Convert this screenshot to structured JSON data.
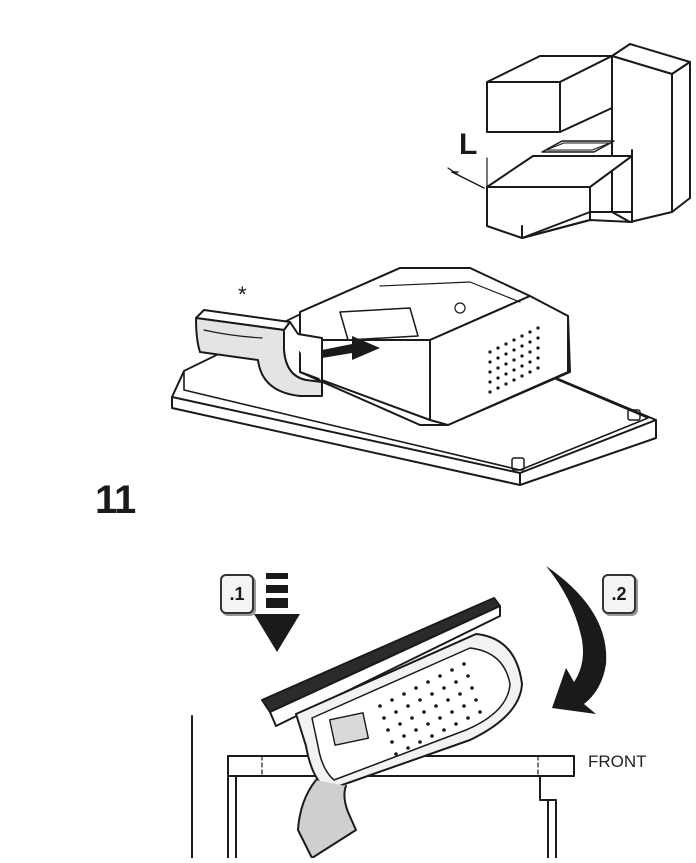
{
  "labels": {
    "dimension": "L",
    "asterisk": "*",
    "step_number": "11",
    "step_1": ".1",
    "step_2": ".2",
    "front": "FRONT"
  },
  "icons": [
    "down-arrow-icon",
    "curved-arrow-icon"
  ],
  "colors": {
    "line": "#1a1a1a",
    "panel_fill": "#ffffff",
    "shade": "#d9d9d9",
    "dark_glass": "#2b2b2b"
  }
}
